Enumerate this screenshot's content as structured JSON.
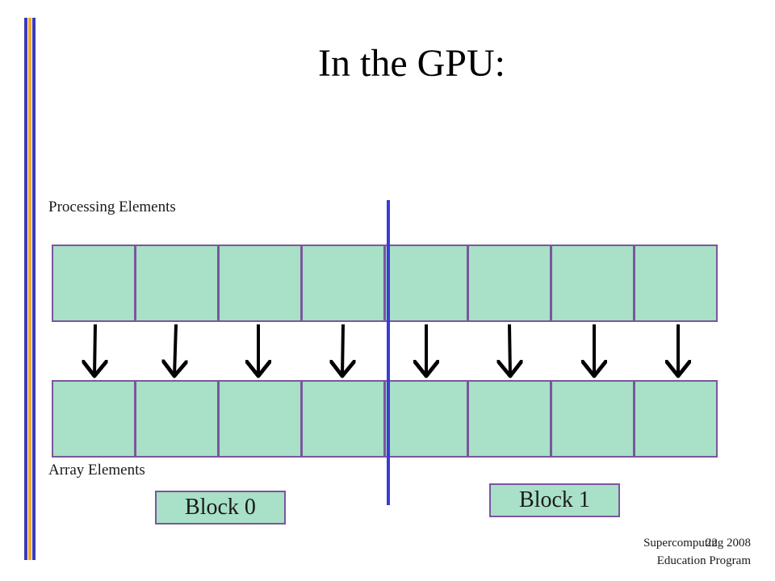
{
  "slide": {
    "title": "In the GPU:",
    "processing_label": "Processing Elements",
    "array_label": "Array Elements",
    "blocks": [
      {
        "label": "Block 0"
      },
      {
        "label": "Block 1"
      }
    ],
    "footer": {
      "line1": "Supercomputing 2008",
      "line2": "Education Program",
      "page_number": "22"
    }
  },
  "diagram": {
    "processing_elements_count": 8,
    "array_elements_count": 8,
    "arrows": 8
  },
  "colors": {
    "cell_fill": "#a8e0c8",
    "cell_border": "#7b569c",
    "divider": "#3b3bd6",
    "accent_bar_blue": "#3a3ab8",
    "accent_bar_orange": "#f0a830"
  }
}
